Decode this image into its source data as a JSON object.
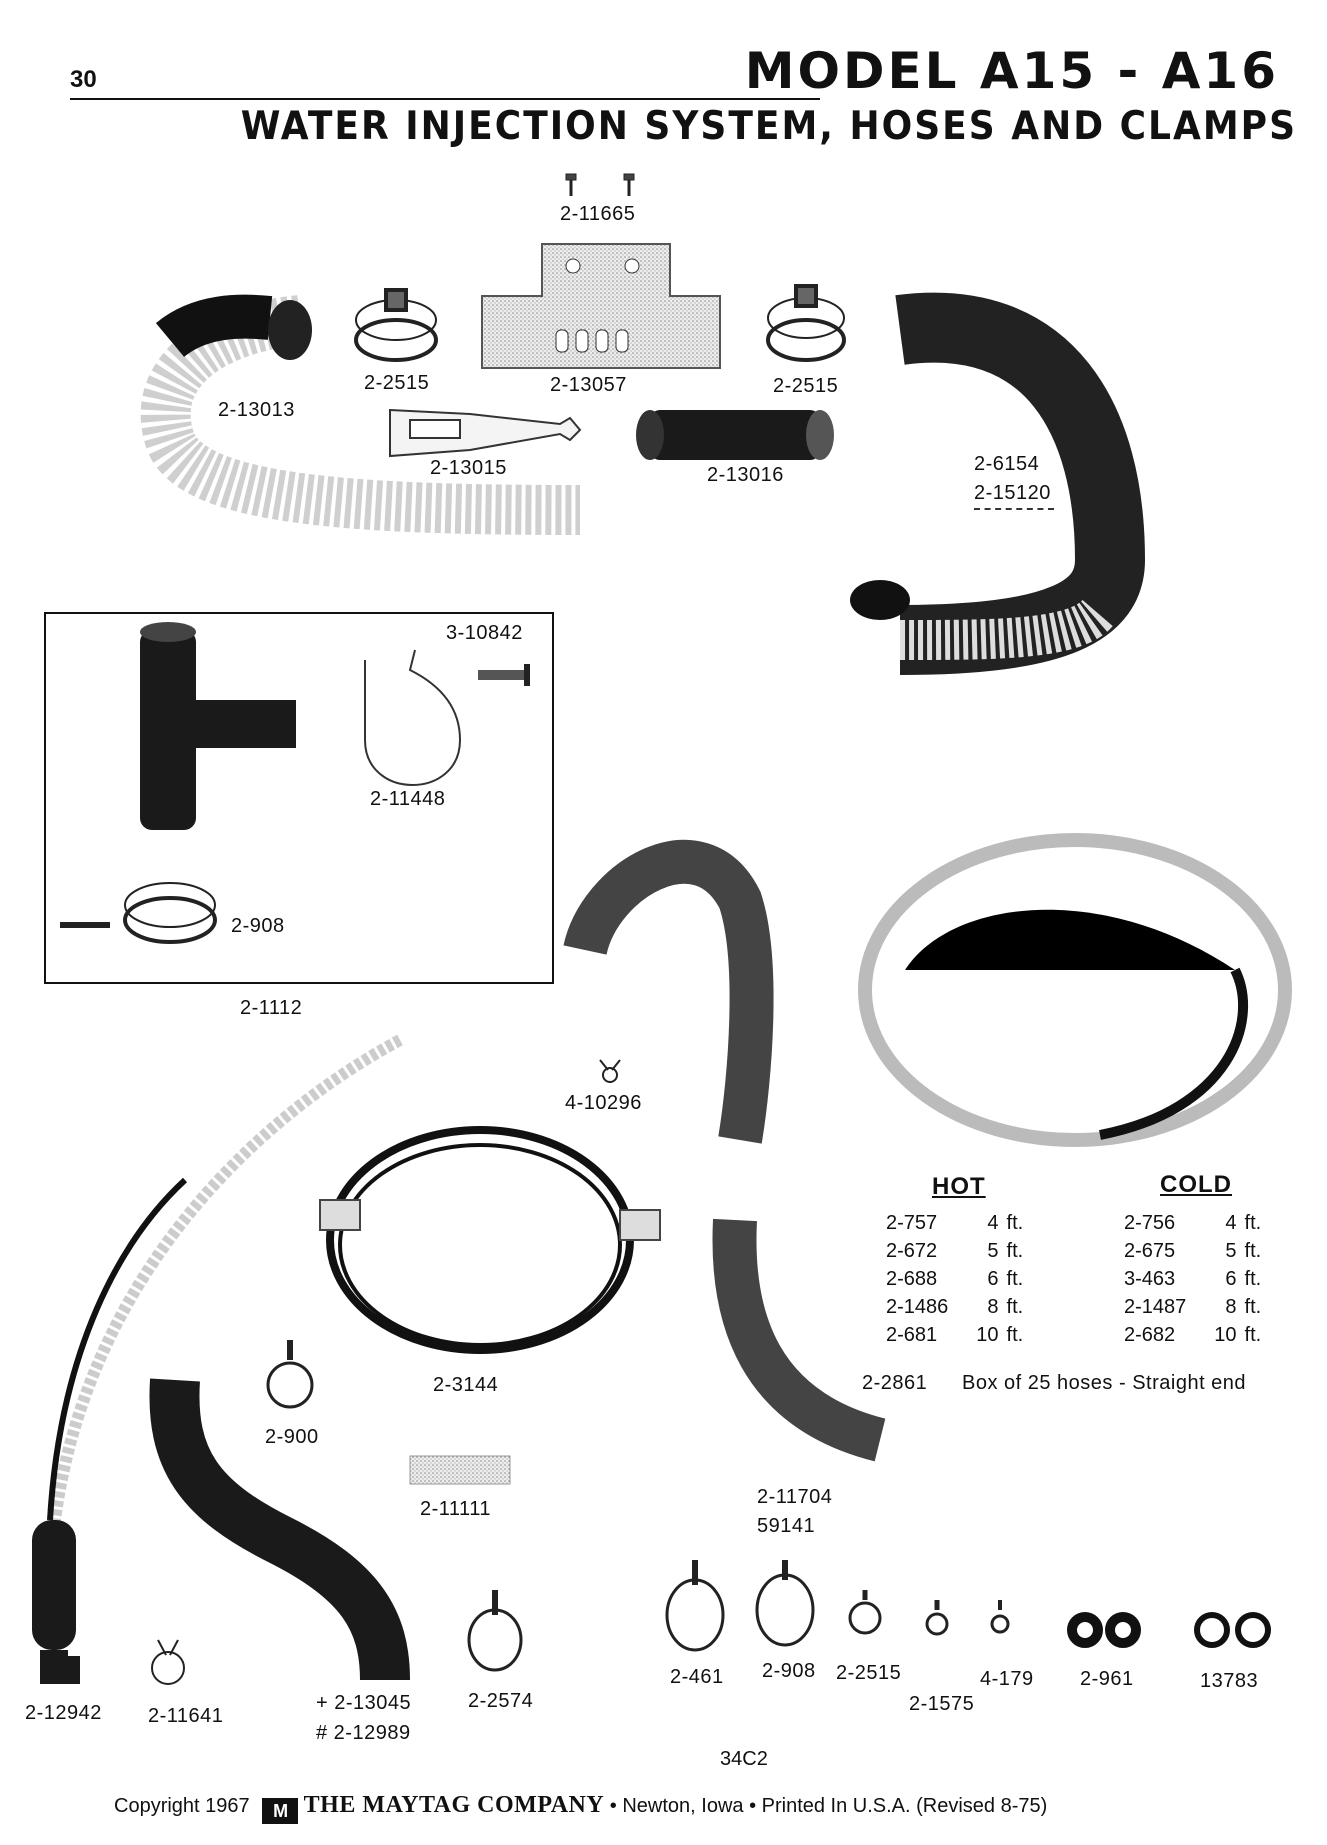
{
  "header": {
    "page_number": "30",
    "model": "MODEL A15 - A16",
    "subtitle": "WATER INJECTION SYSTEM, HOSES AND CLAMPS"
  },
  "part_labels": {
    "p2_11665": "2-11665",
    "p2_13013": "2-13013",
    "p2_2515_left": "2-2515",
    "p2_13057": "2-13057",
    "p2_2515_right": "2-2515",
    "p2_13015": "2-13015",
    "p2_13016": "2-13016",
    "p2_6154": "2-6154",
    "p2_15120": "2-15120",
    "p3_10842": "3-10842",
    "p2_11448": "2-11448",
    "p2_908_inset": "2-908",
    "p2_1112": "2-1112",
    "p4_10296": "4-10296",
    "p2_3144": "2-3144",
    "p2_900": "2-900",
    "p2_11111": "2-11111",
    "p2_11704": "2-11704",
    "p59141": "59141",
    "p2_12942": "2-12942",
    "p2_11641": "2-11641",
    "p2_13045": "+ 2-13045",
    "p2_12989": "# 2-12989",
    "p2_2574": "2-2574",
    "p2_461": "2-461",
    "p2_908": "2-908",
    "p2_2515": "2-2515",
    "p2_1575": "2-1575",
    "p4_179": "4-179",
    "p2_961": "2-961",
    "p13783": "13783"
  },
  "hose_table": {
    "hot_heading": "HOT",
    "cold_heading": "COLD",
    "hot": [
      {
        "part": "2-757",
        "length": "4",
        "unit": "ft."
      },
      {
        "part": "2-672",
        "length": "5",
        "unit": "ft."
      },
      {
        "part": "2-688",
        "length": "6",
        "unit": "ft."
      },
      {
        "part": "2-1486",
        "length": "8",
        "unit": "ft."
      },
      {
        "part": "2-681",
        "length": "10",
        "unit": "ft."
      }
    ],
    "cold": [
      {
        "part": "2-756",
        "length": "4",
        "unit": "ft."
      },
      {
        "part": "2-675",
        "length": "5",
        "unit": "ft."
      },
      {
        "part": "3-463",
        "length": "6",
        "unit": "ft."
      },
      {
        "part": "2-1487",
        "length": "8",
        "unit": "ft."
      },
      {
        "part": "2-682",
        "length": "10",
        "unit": "ft."
      }
    ],
    "box_part": "2-2861",
    "box_desc": "Box of 25 hoses - Straight end"
  },
  "footer": {
    "page_code": "34C2",
    "copyright": "Copyright 1967",
    "company": "THE MAYTAG COMPANY",
    "location": "• Newton, Iowa • Printed In U.S.A. (Revised 8-75)"
  }
}
